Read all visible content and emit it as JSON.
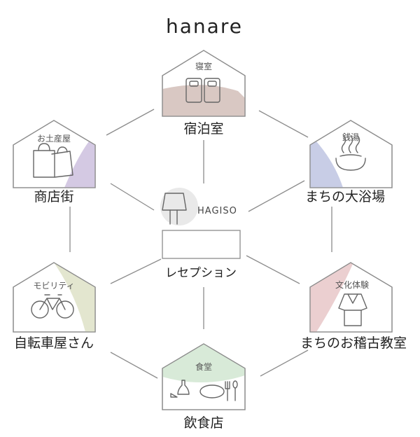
{
  "title": "hanare",
  "center": {
    "brand": "HAGISO",
    "label": "レセプション"
  },
  "nodes": {
    "lodging": {
      "small": "寝室",
      "label": "宿泊室",
      "color": "#d9c8c3"
    },
    "bath": {
      "small": "銭湯",
      "label": "まちの大浴場",
      "color": "#c8cde6"
    },
    "culture": {
      "small": "文化体験",
      "label": "まちのお稽古教室",
      "color": "#ebcfd0"
    },
    "food": {
      "small": "食堂",
      "label": "飲食店",
      "color": "#d8ead8"
    },
    "mobility": {
      "small": "モビリティ",
      "label": "自転車屋さん",
      "color": "#e3e6cf"
    },
    "souvenir": {
      "small": "お土産屋",
      "label": "商店街",
      "color": "#d4c9e3"
    }
  }
}
